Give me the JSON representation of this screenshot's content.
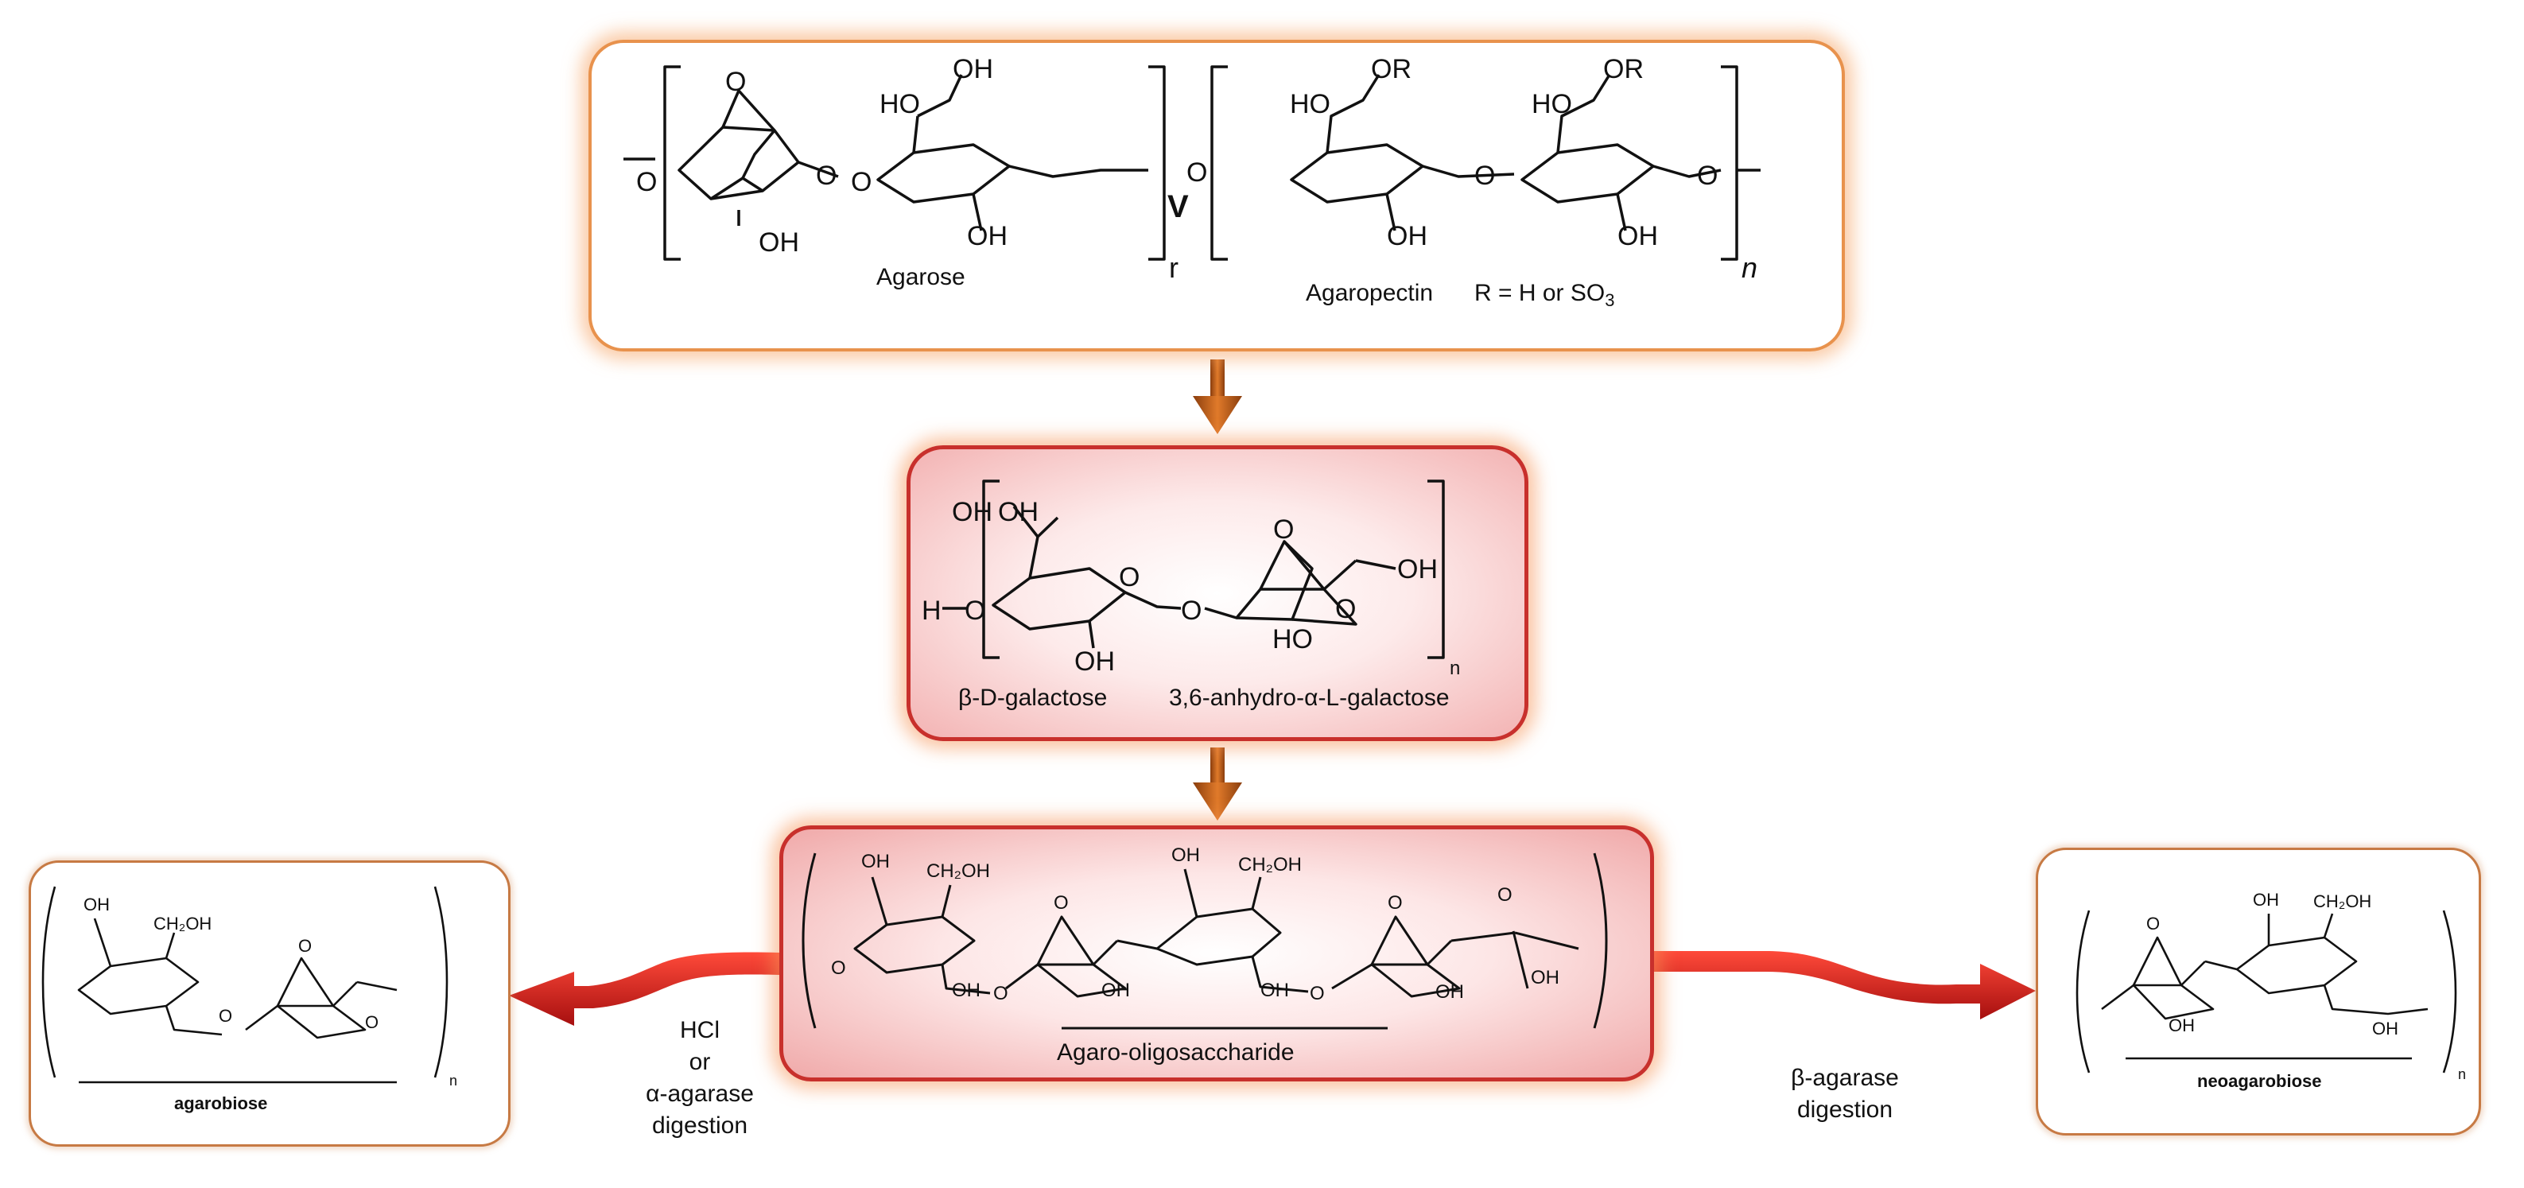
{
  "top_box": {
    "agarose_label": "Agarose",
    "agaropectin_label": "Agaropectin",
    "r_label": "R = H or SO",
    "r_sub": "3",
    "repeat_r": "r",
    "repeat_n": "n",
    "linker": "V"
  },
  "middle_box": {
    "left_unit": "β-D-galactose",
    "right_unit": "3,6-anhydro-α-L-galactose",
    "repeat_n": "n"
  },
  "oligo_box": {
    "label": "Agaro-oligosaccharide"
  },
  "left_box": {
    "label": "agarobiose",
    "repeat_n": "n"
  },
  "right_box": {
    "label": "neoagarobiose",
    "repeat_n": "n"
  },
  "left_arrow_text": [
    "HCl",
    "or",
    "α-agarase",
    "digestion"
  ],
  "right_arrow_text": [
    "β-agarase",
    "digestion"
  ],
  "colors": {
    "down_arrow": "#c8621a",
    "red_arrow": "#d41a1a",
    "box_orange": "#e8924d",
    "box_red": "#c8302c"
  }
}
